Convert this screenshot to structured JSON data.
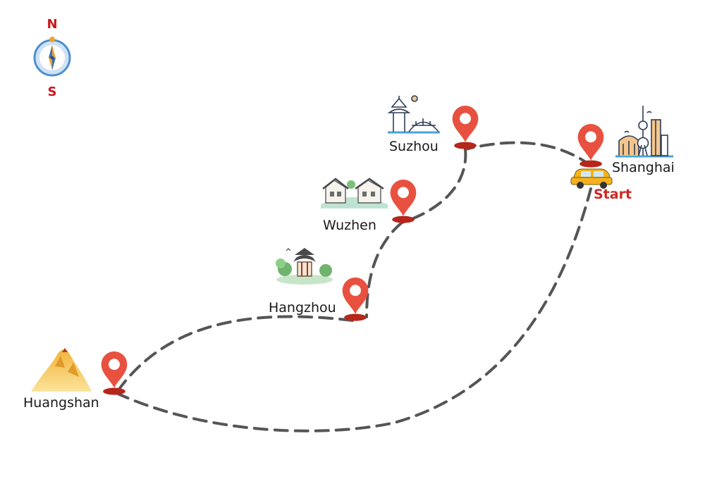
{
  "compass": {
    "north": "N",
    "south": "S",
    "letter_color": "#c8161d"
  },
  "route": {
    "line_color": "#555555",
    "start_label": "Start",
    "start_color": "#d0261f"
  },
  "pin_color": "#e8513f",
  "cities": [
    {
      "name": "Shanghai",
      "landmark": "shanghai-skyline-icon"
    },
    {
      "name": "Suzhou",
      "landmark": "suzhou-pavilion-bridge-icon"
    },
    {
      "name": "Wuzhen",
      "landmark": "wuzhen-water-town-icon"
    },
    {
      "name": "Hangzhou",
      "landmark": "hangzhou-pavilion-icon"
    },
    {
      "name": "Huangshan",
      "landmark": "huangshan-mountain-icon"
    }
  ]
}
